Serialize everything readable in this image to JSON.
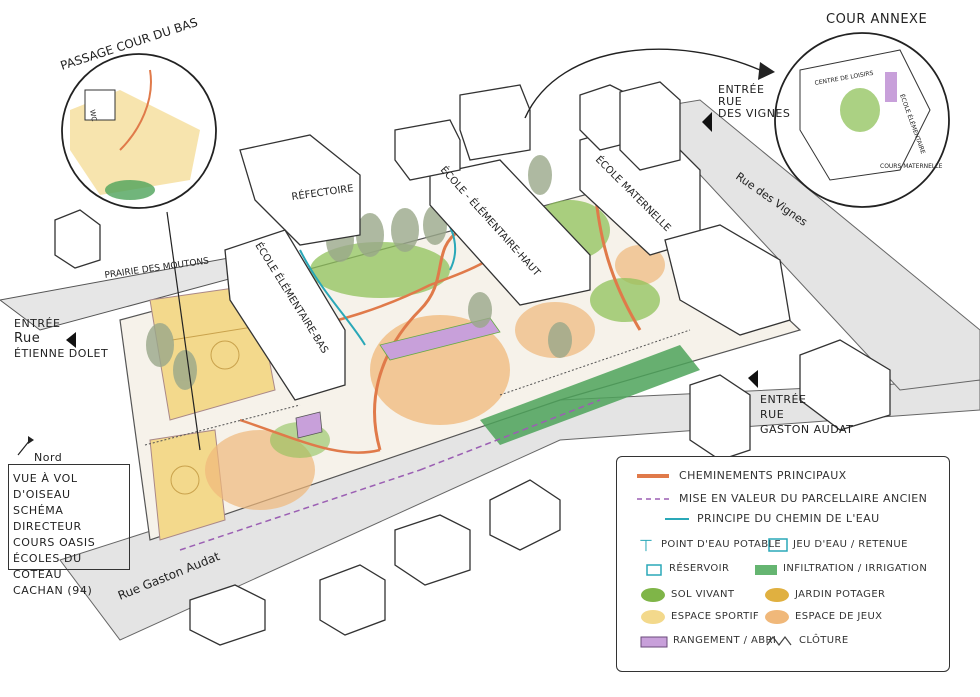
{
  "labels": {
    "passage_cour_du_bas": "PASSAGE COUR DU BAS",
    "cour_annexe": "COUR ANNEXE",
    "refectoire": "RÉFECTOIRE",
    "ecole_elementaire_bas": "ÉCOLE ÉLÉMENTAIRE-BAS",
    "ecole_elementaire_haut": "ÉCOLE - ÉLÉMENTAIRE-HAUT",
    "ecole_maternelle": "ÉCOLE MATERNELLE",
    "prairie_des_moutons": "PRAIRIE DES MOUTONS",
    "rue_des_vignes": "Rue des Vignes",
    "rue_gaston_audat_street": "Rue Gaston Audat",
    "wc": "WC",
    "centre_de_loisirs": "CENTRE DE LOISIRS",
    "ecole_elementaire_inset": "ÉCOLE ÉLÉMENTAIRE",
    "cours_maternelle": "COURS MATERNELLE"
  },
  "entrances": [
    {
      "l1": "ENTRÉE",
      "l2": "RUE",
      "l3": "DES VIGNES"
    },
    {
      "l1": "ENTRÉE",
      "l2": "Rue",
      "l3": "ÉTIENNE DOLET"
    },
    {
      "l1": "ENTRÉE",
      "l2": "RUE",
      "l3": "GASTON AUDAT"
    }
  ],
  "north": "Nord",
  "note": {
    "lines": [
      "VUE À VOL D'OISEAU",
      "SCHÉMA DIRECTEUR",
      "COURS OASIS",
      "ÉCOLES DU COTEAU",
      "CACHAN (94)"
    ]
  },
  "legend": {
    "items": [
      {
        "label": "CHEMINEMENTS PRINCIPAUX",
        "color": "#e07a4a"
      },
      {
        "label": "MISE EN VALEUR DU PARCELLAIRE ANCIEN",
        "color": "#9b5fb3"
      },
      {
        "label": "PRINCIPE DU CHEMIN DE L'EAU",
        "color": "#2aa8b8"
      },
      {
        "label": "POINT D'EAU POTABLE",
        "color": "#2aa8b8"
      },
      {
        "label": "JEU D'EAU / RETENUE",
        "color": "#2aa8b8"
      },
      {
        "label": "RÉSERVOIR",
        "color": "#2aa8b8"
      },
      {
        "label": "INFILTRATION / IRRIGATION",
        "color": "#3fa34d"
      },
      {
        "label": "SOL VIVANT",
        "color": "#7fb548"
      },
      {
        "label": "JARDIN POTAGER",
        "color": "#e0b040"
      },
      {
        "label": "ESPACE SPORTIF",
        "color": "#f3d98c"
      },
      {
        "label": "ESPACE DE JEUX",
        "color": "#f0b87a"
      },
      {
        "label": "RANGEMENT / ABRI",
        "color": "#9b5fb3"
      },
      {
        "label": "CLÔTURE",
        "color": "#444444"
      }
    ]
  }
}
